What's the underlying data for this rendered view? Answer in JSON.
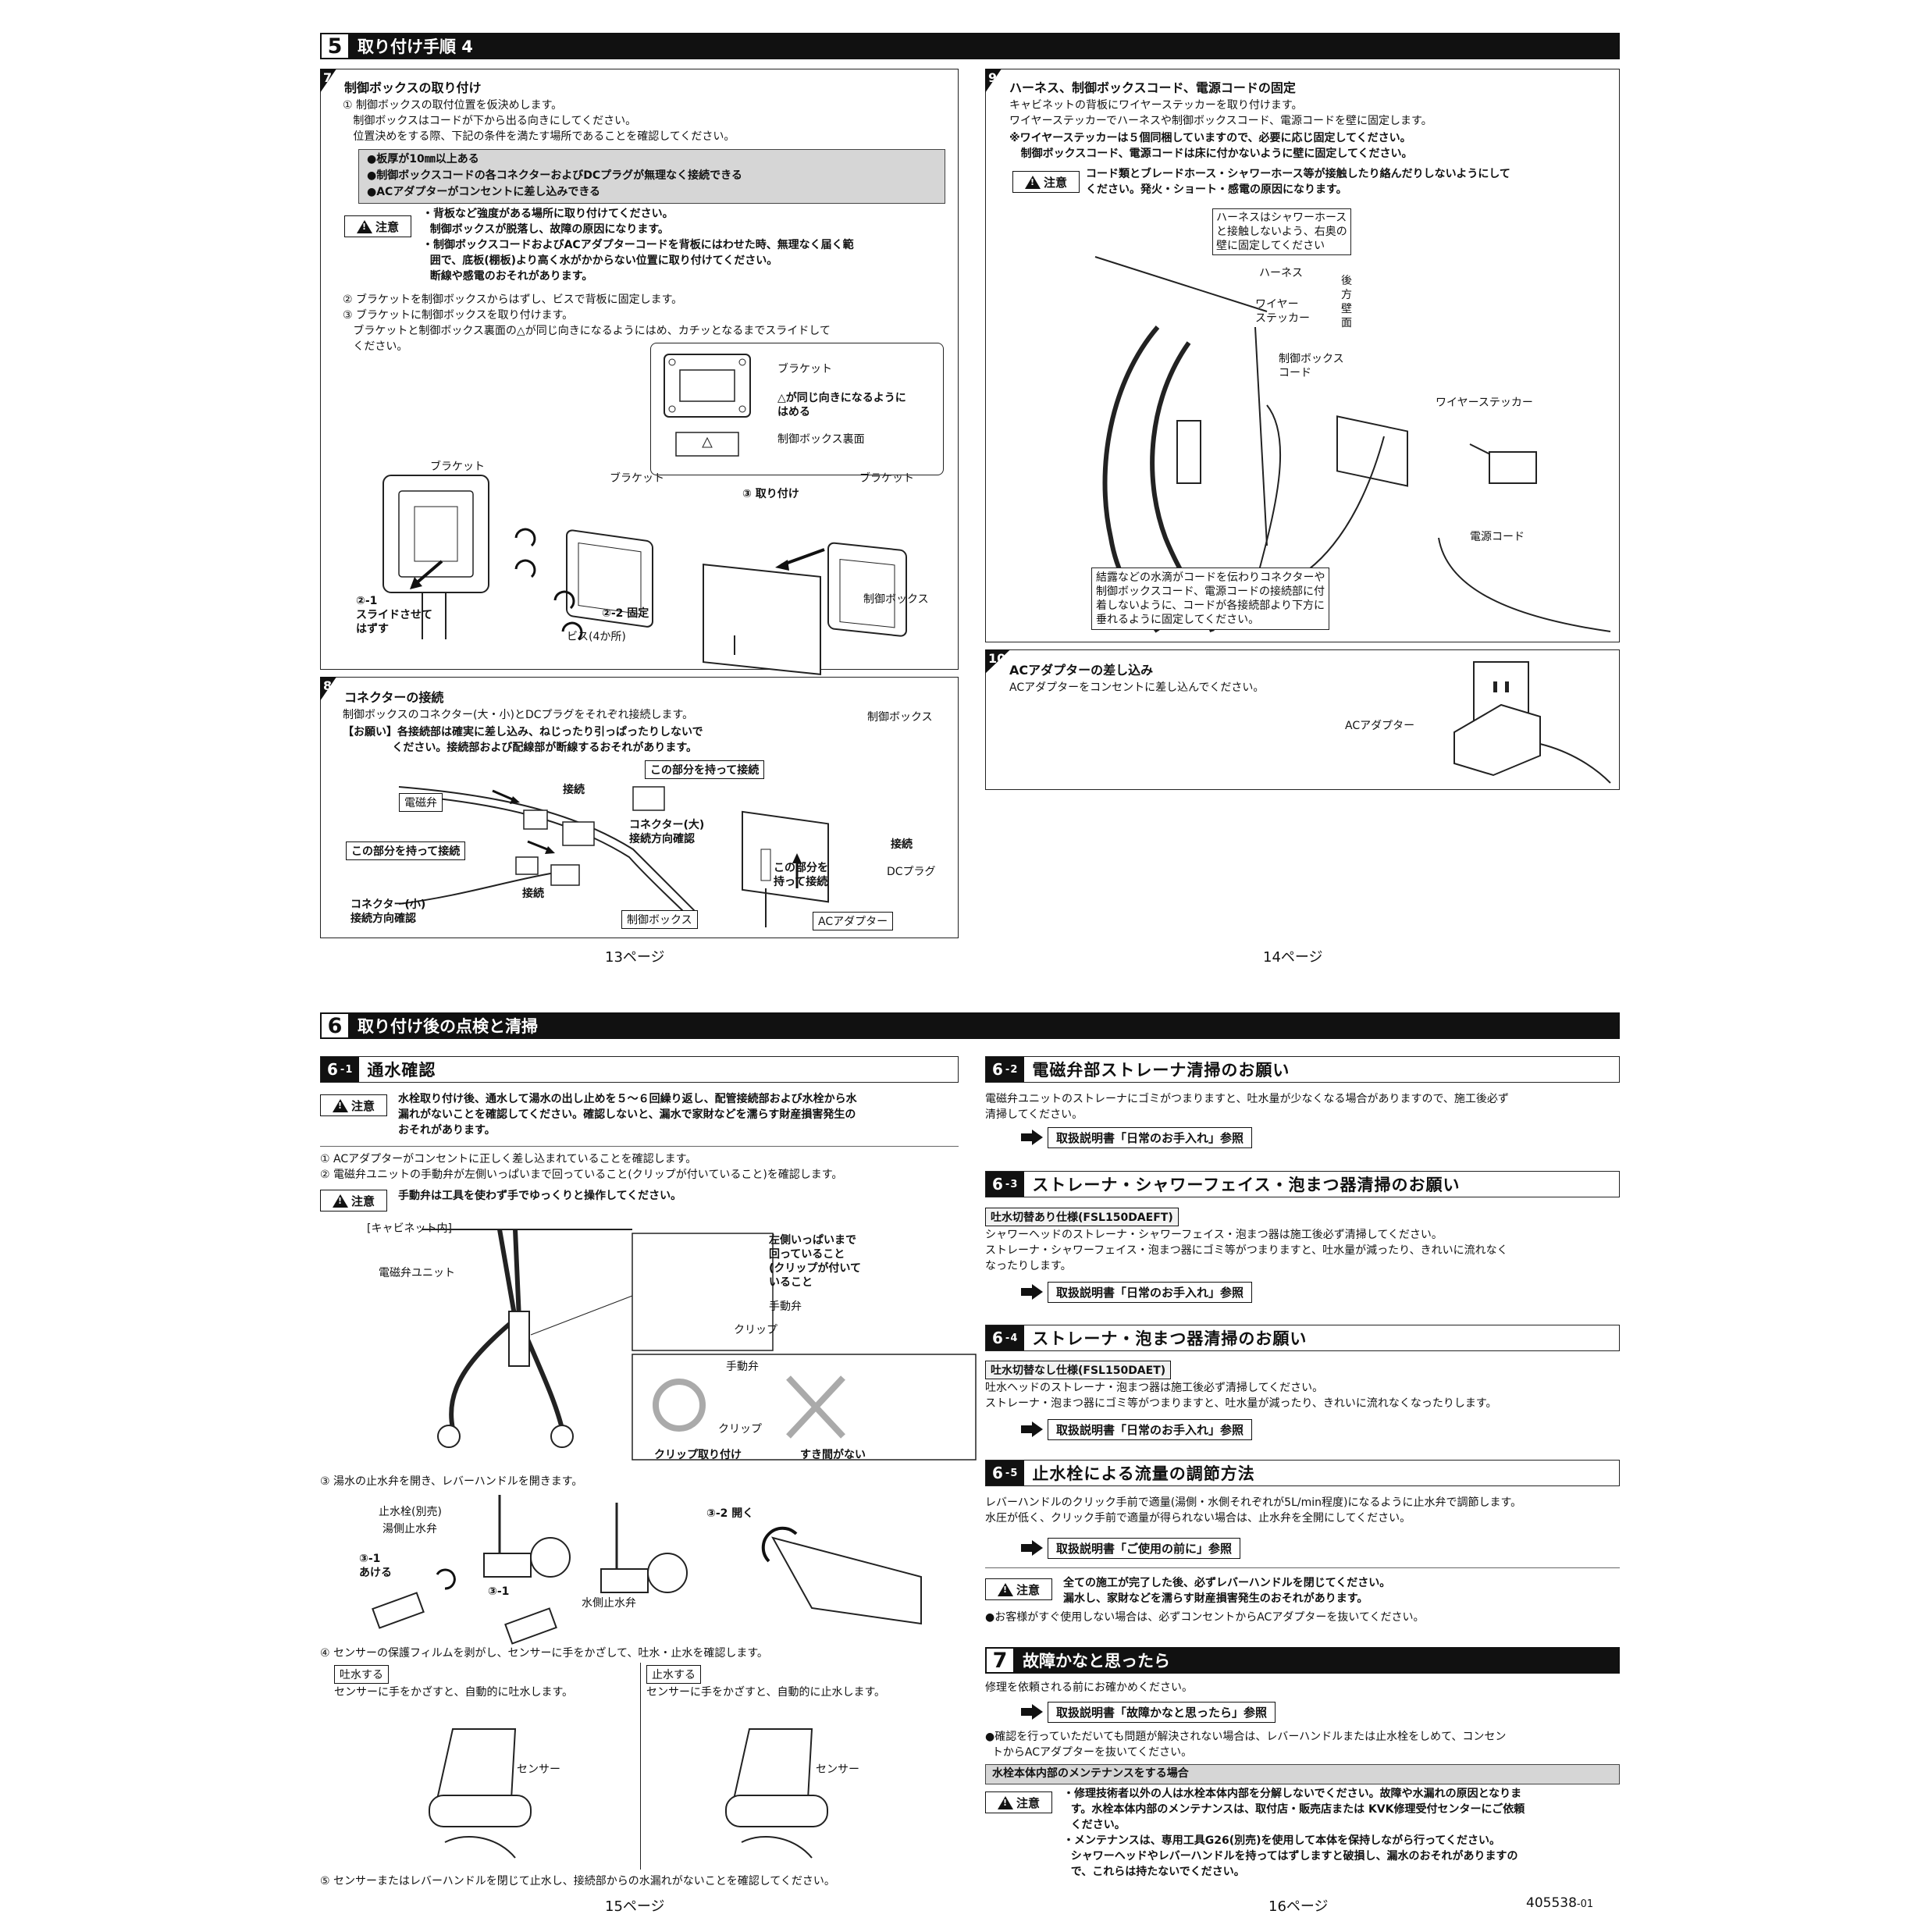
{
  "sec5": {
    "num": "5",
    "title": "取り付け手順 4"
  },
  "s7": {
    "num": "7",
    "title": "制御ボックスの取り付け",
    "p1": "① 制御ボックスの取付位置を仮決めします。\n   制御ボックスはコードが下から出る向きにしてください。\n   位置決めをする際、下記の条件を満たす場所であることを確認してください。",
    "conditions": "●板厚が10㎜以上ある\n●制御ボックスコードの各コネクターおよびDCプラグが無理なく接続できる\n●ACアダプターがコンセントに差し込みできる",
    "caution_label": "注意",
    "caution_text": "・背板など強度がある場所に取り付けてください。\n  制御ボックスが脱落し、故障の原因になります。\n・制御ボックスコードおよびACアダプターコードを背板にはわせた時、無理なく届く範\n  囲で、底板(棚板)より高く水がかからない位置に取り付けてください。\n  断線や感電のおそれがあります。",
    "p2": "② ブラケットを制御ボックスからはずし、ビスで背板に固定します。\n③ ブラケットに制御ボックスを取り付けます。\n   ブラケットと制御ボックス裏面の△が同じ向きになるようにはめ、カチッとなるまでスライドして\n   ください。",
    "inset_bracket": "ブラケット",
    "inset_note": "△が同じ向きになるように\nはめる",
    "inset_back": "制御ボックス裏面",
    "fig_bracket1": "ブラケット",
    "fig_bracket2": "ブラケット",
    "fig_bracket3": "ブラケット",
    "fig_slide": "②-1\nスライドさせて\nはずす",
    "fig_fix": "②-2 固定",
    "fig_screw": "ビス(4か所)",
    "fig_attach": "③ 取り付け",
    "fig_box": "制御ボックス"
  },
  "s8": {
    "num": "8",
    "title": "コネクターの接続",
    "p1": "制御ボックスのコネクター(大・小)とDCプラグをそれぞれ接続します。",
    "request": "【お願い】各接続部は確実に差し込み、ねじったり引っぱったりしないで\n             ください。接続部および配線部が断線するおそれがあります。",
    "solenoid": "電磁弁",
    "hold1": "この部分を持って接続",
    "hold2": "この部分を持って接続",
    "connect1": "接続",
    "connect2": "接続",
    "conn_large": "コネクター(大)\n接続方向確認",
    "conn_small": "コネクター(小)\n接続方向確認",
    "ctrlbox_label": "制御ボックス",
    "ctrlbox_fig": "制御ボックス",
    "hold3": "この部分を\n持って接続",
    "connect3": "接続",
    "dcplug": "DCプラグ",
    "acadapter": "ACアダプター"
  },
  "s9": {
    "num": "9",
    "title": "ハーネス、制御ボックスコード、電源コードの固定",
    "p1": "キャビネットの背板にワイヤーステッカーを取り付けます。\nワイヤーステッカーでハーネスや制御ボックスコード、電源コードを壁に固定します。",
    "p2": "※ワイヤーステッカーは５個同梱していますので、必要に応じ固定してください。\n   制御ボックスコード、電源コードは床に付かないように壁に固定してください。",
    "caution_label": "注意",
    "caution_text": "コード類とブレードホース・シャワーホース等が接触したり絡んだりしないようにして\nください。発火・ショート・感電の原因になります。",
    "note_harness": "ハーネスはシャワーホース\nと接触しないよう、右奥の\n壁に固定してください",
    "harness": "ハーネス",
    "sticker": "ワイヤー\nステッカー",
    "backwall": "後\n方\n壁\n面",
    "ctrl_cord": "制御ボックス\nコード",
    "sticker2": "ワイヤーステッカー",
    "power_cord": "電源コード",
    "note_drip": "結露などの水滴がコードを伝わりコネクターや\n制御ボックスコード、電源コードの接続部に付\n着しないように、コードが各接続部より下方に\n垂れるように固定してください。"
  },
  "s10": {
    "num": "10",
    "title": "ACアダプターの差し込み",
    "p1": "ACアダプターをコンセントに差し込んでください。",
    "adapter": "ACアダプター"
  },
  "pages_top": {
    "left": "13ページ",
    "right": "14ページ"
  },
  "sec6": {
    "num": "6",
    "title": "取り付け後の点検と清掃"
  },
  "s61": {
    "num": "6",
    "sub": "-1",
    "title": "通水確認",
    "caution_label": "注意",
    "caution_text": "水栓取り付け後、通水して湯水の出し止めを５～６回繰り返し、配管接続部および水栓から水\n漏れがないことを確認してください。確認しないと、漏水で家財などを濡らす財産損害発生の\nおそれがあります。",
    "p1": "① ACアダプターがコンセントに正しく差し込まれていることを確認します。\n② 電磁弁ユニットの手動弁が左側いっぱいまで回っていること(クリップが付いていること)を確認します。",
    "caution2_label": "注意",
    "caution2_text": "手動弁は工具を使わず手でゆっくりと操作してください。",
    "cabinet": "[キャビネット内]",
    "solenoid_unit": "電磁弁ユニット",
    "leftmost": "左側いっぱいまで\n回っていること\n(クリップが付いて\nいること",
    "manual_valve": "手動弁",
    "clip": "クリップ",
    "manual_valve2": "手動弁",
    "clip2": "クリップ",
    "clip_ok": "クリップ取り付け",
    "no_gap": "すき間がない",
    "p3": "③ 湯水の止水弁を開き、レバーハンドルを開きます。",
    "stop_valve": "止水栓(別売)",
    "hot_valve": "湯側止水弁",
    "open1": "③-1\nあける",
    "open2": "③-1",
    "cold_valve": "水側止水弁",
    "open3": "③-2 開く",
    "p4": "④ センサーの保護フィルムを剥がし、センサーに手をかざして、吐水・止水を確認します。",
    "spout_tag": "吐水する",
    "spout_text": "センサーに手をかざすと、自動的に吐水します。",
    "stop_tag": "止水する",
    "stop_text": "センサーに手をかざすと、自動的に止水します。",
    "sensor1": "センサー",
    "sensor2": "センサー",
    "p5": "⑤ センサーまたはレバーハンドルを閉じて止水し、接続部からの水漏れがないことを確認してください。"
  },
  "s62": {
    "num": "6",
    "sub": "-2",
    "title": "電磁弁部ストレーナ清掃のお願い",
    "p1": "電磁弁ユニットのストレーナにゴミがつまりますと、吐水量が少なくなる場合がありますので、施工後必ず\n清掃してください。",
    "ref": "取扱説明書「日常のお手入れ」参照"
  },
  "s63": {
    "num": "6",
    "sub": "-3",
    "title": "ストレーナ・シャワーフェイス・泡まつ器清掃のお願い",
    "tag": "吐水切替あり仕様(FSL150DAEFT)",
    "p1": "シャワーヘッドのストレーナ・シャワーフェイス・泡まつ器は施工後必ず清掃してください。\nストレーナ・シャワーフェイス・泡まつ器にゴミ等がつまりますと、吐水量が減ったり、きれいに流れなく\nなったりします。",
    "ref": "取扱説明書「日常のお手入れ」参照"
  },
  "s64": {
    "num": "6",
    "sub": "-4",
    "title": "ストレーナ・泡まつ器清掃のお願い",
    "tag": "吐水切替なし仕様(FSL150DAET)",
    "p1": "吐水ヘッドのストレーナ・泡まつ器は施工後必ず清掃してください。\nストレーナ・泡まつ器にゴミ等がつまりますと、吐水量が減ったり、きれいに流れなくなったりします。",
    "ref": "取扱説明書「日常のお手入れ」参照"
  },
  "s65": {
    "num": "6",
    "sub": "-5",
    "title": "止水栓による流量の調節方法",
    "p1": "レバーハンドルのクリック手前で適量(湯側・水側それぞれが5L/min程度)になるように止水弁で調節します。\n水圧が低く、クリック手前で適量が得られない場合は、止水弁を全開にしてください。",
    "ref": "取扱説明書「ご使用の前に」参照",
    "caution_label": "注意",
    "caution_text": "全ての施工が完了した後、必ずレバーハンドルを閉じてください。\n漏水し、家財などを濡らす財産損害発生のおそれがあります。",
    "note": "●お客様がすぐ使用しない場合は、必ずコンセントからACアダプターを抜いてください。"
  },
  "sec7": {
    "num": "7",
    "title": "故障かなと思ったら",
    "p1": "修理を依頼される前にお確かめください。",
    "ref": "取扱説明書「故障かなと思ったら」参照",
    "p2": "●確認を行っていただいても問題が解決されない場合は、レバーハンドルまたは止水栓をしめて、コンセン\n  トからACアダプターを抜いてください。",
    "maint": "水栓本体内部のメンテナンスをする場合",
    "caution_label": "注意",
    "caution_text": "・修理技術者以外の人は水栓本体内部を分解しないでください。故障や水漏れの原因となりま\n  す。水栓本体内部のメンテナンスは、取付店・販売店または KVK修理受付センターにご依頼\n  ください。\n・メンテナンスは、専用工具G26(別売)を使用して本体を保持しながら行ってください。\n  シャワーヘッドやレバーハンドルを持ってはずしますと破損し、漏水のおそれがありますの\n  で、これらは持たないでください。"
  },
  "pages_bottom": {
    "left": "15ページ",
    "right": "16ページ",
    "doc": "405538",
    "docsub": "-01"
  }
}
